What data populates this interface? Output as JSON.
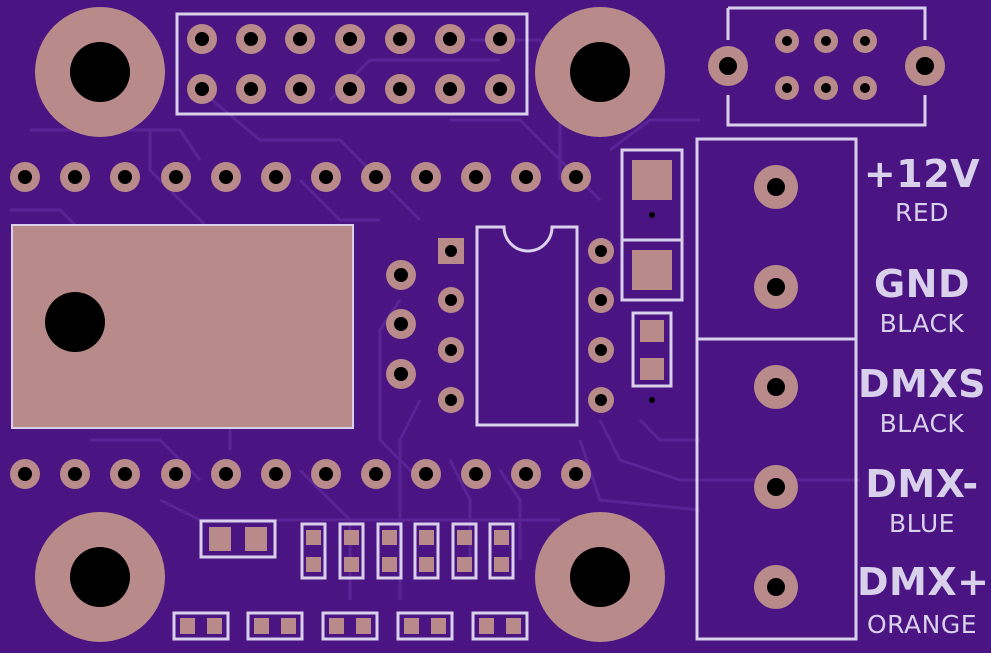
{
  "board": {
    "colors": {
      "soldermask": "#4a1482",
      "trace": "#5a2496",
      "pad": "#b88a8a",
      "hole": "#000000",
      "silkscreen": "#d9d0ec"
    }
  },
  "terminals": [
    {
      "name": "+12V",
      "color": "RED"
    },
    {
      "name": "GND",
      "color": "BLACK"
    },
    {
      "name": "DMXS",
      "color": "BLACK"
    },
    {
      "name": "DMX-",
      "color": "BLUE"
    },
    {
      "name": "DMX+",
      "color": "ORANGE"
    }
  ]
}
